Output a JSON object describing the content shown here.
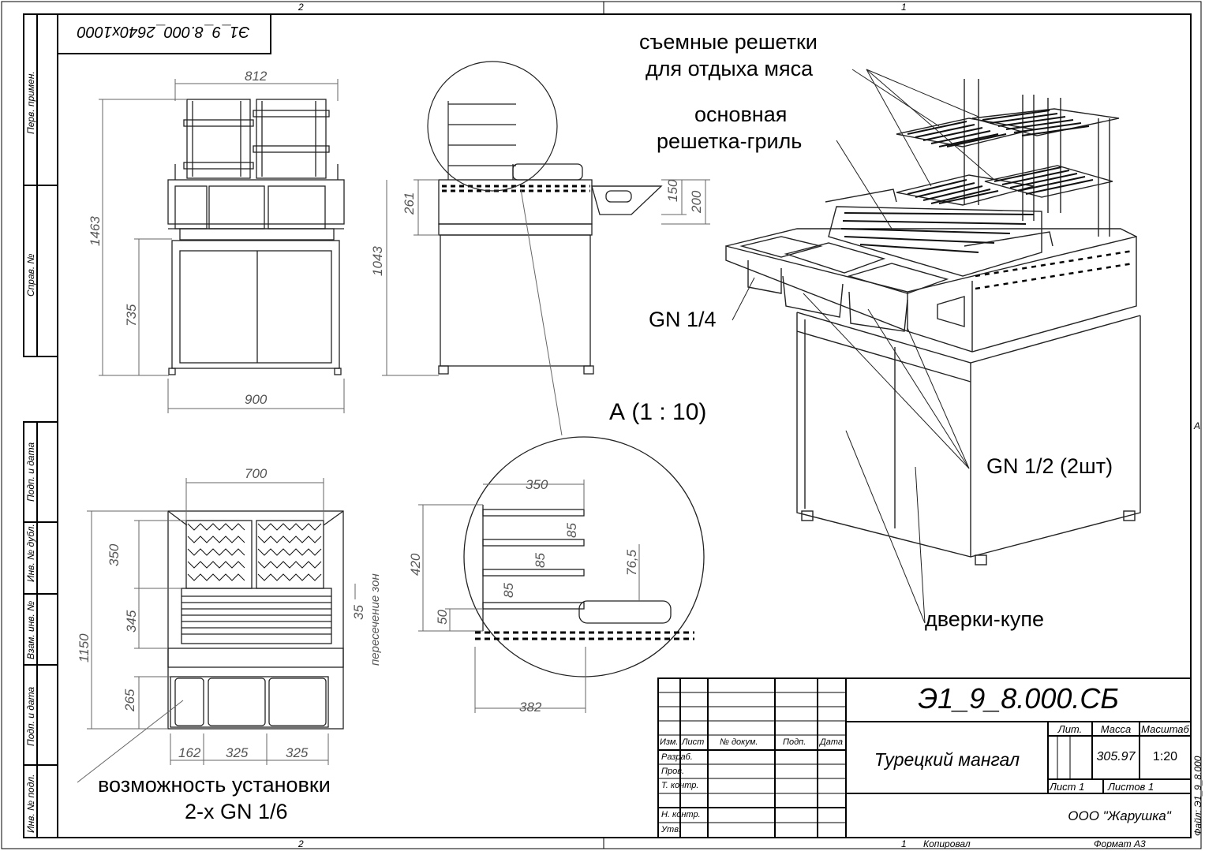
{
  "sheet": {
    "zone_top_left": "2",
    "zone_top_right": "1",
    "zone_bottom_left": "2",
    "zone_bottom_right": "1",
    "copy_label": "Копировал",
    "format_label": "Формат А3",
    "side_zone": "А",
    "file_label": "Файл: Э1_9_8.000",
    "rotated_code": "Э1_9_8.000_2640х1000"
  },
  "side_columns": {
    "perv_primen": "Перв. примен.",
    "sprav_no": "Справ. №",
    "podp_data_1": "Подп. и дата",
    "inv_dubl": "Инв. № дубл.",
    "vzam_inv": "Взам. инв. №",
    "podp_data_2": "Подп. и дата",
    "inv_podl": "Инв. № подл."
  },
  "front_view": {
    "dim_width_top": "812",
    "dim_height_total": "1463",
    "dim_height_base": "735",
    "dim_width_bottom": "900"
  },
  "side_view": {
    "dim_261": "261",
    "dim_1043": "1043",
    "dim_150": "150",
    "dim_200": "200"
  },
  "top_view": {
    "dim_700": "700",
    "dim_350": "350",
    "dim_345": "345",
    "dim_1150": "1150",
    "dim_265": "265",
    "dim_35": "35",
    "note_zones": "пересечение зон",
    "dim_162": "162",
    "dim_325a": "325",
    "dim_325b": "325"
  },
  "detail": {
    "label": "А (1 : 10)",
    "dim_350": "350",
    "dim_85a": "85",
    "dim_85b": "85",
    "dim_85c": "85",
    "dim_76_5": "76,5",
    "dim_420": "420",
    "dim_50": "50",
    "dim_382": "382"
  },
  "callouts": {
    "removable_grates_1": "съемные решетки",
    "removable_grates_2": "для отдыха мяса",
    "main_grill_1": "основная",
    "main_grill_2": "решетка-гриль",
    "gn_quarter": "GN 1/4",
    "gn_half": "GN 1/2 (2шт)",
    "doors": "дверки-купе",
    "option_1": "возможность установки",
    "option_2": "2-х GN 1/6"
  },
  "title_block": {
    "designation": "Э1_9_8.000.СБ",
    "name": "Турецкий мангал",
    "lit_header": "Лит.",
    "mass_header": "Масса",
    "scale_header": "Масштаб",
    "mass": "305.97",
    "scale": "1:20",
    "sheet": "Лист 1",
    "sheets": "Листов 1",
    "company": "ООО \"Жарушка\"",
    "col_izm": "Изм.",
    "col_list": "Лист",
    "col_doc": "№ докум.",
    "col_podp": "Подп.",
    "col_date": "Дата",
    "row_razrab": "Разраб.",
    "row_prov": "Пров.",
    "row_tkontr": "Т. контр.",
    "row_nkontr": "Н. контр.",
    "row_utv": "Утв."
  }
}
